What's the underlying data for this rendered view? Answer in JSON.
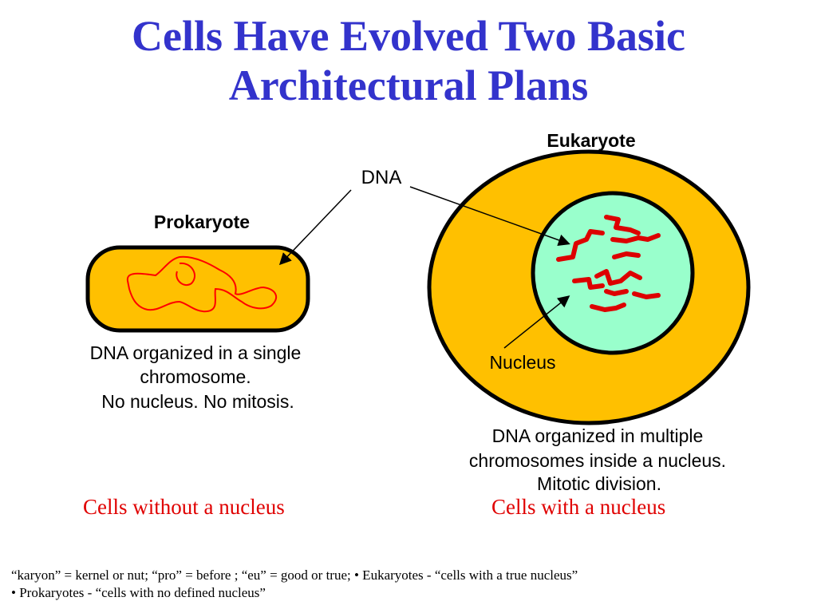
{
  "title": {
    "line1": "Cells Have Evolved Two Basic",
    "line2": "Architectural Plans"
  },
  "diagram": {
    "prokaryote_label": "Prokaryote",
    "eukaryote_label": "Eukaryote",
    "dna_label": "DNA",
    "nucleus_label": "Nucleus",
    "prokaryote_desc": [
      "DNA organized in a single",
      "chromosome.",
      "No nucleus. No mitosis."
    ],
    "eukaryote_desc": [
      "DNA organized in multiple",
      "chromosomes inside a nucleus.",
      "Mitotic division."
    ],
    "colors": {
      "cytoplasm": "#ffc000",
      "nucleus": "#99ffcc",
      "prokaryote_dna": "#ff0000",
      "eukaryote_dna": "#dd0000"
    }
  },
  "captions": {
    "left": "Cells without a nucleus",
    "right": "Cells with a nucleus"
  },
  "footnote": {
    "line1": "“karyon” = kernel or nut; “pro” = before ; “eu” = good or true; • Eukaryotes - “cells with a true nucleus”",
    "line2": "• Prokaryotes - “cells with no defined nucleus”"
  }
}
